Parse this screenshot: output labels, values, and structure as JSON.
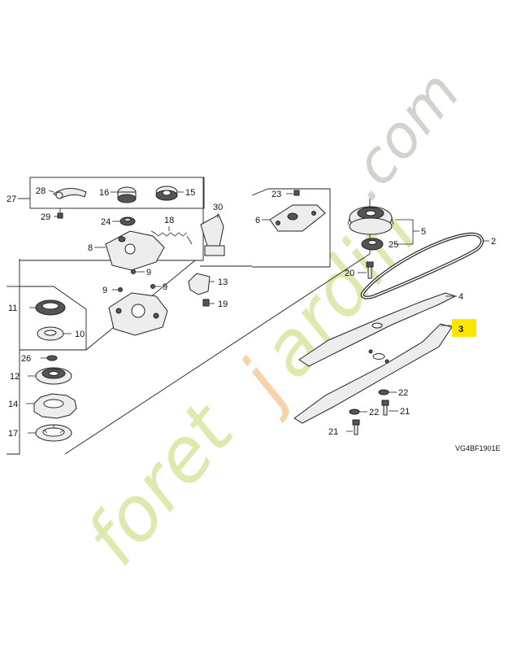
{
  "diagram": {
    "reference_code": "VG4BF1901E",
    "highlight_color": "#ffe600",
    "labels": {
      "p27": "27",
      "p28": "28",
      "p29": "29",
      "p16": "16",
      "p15": "15",
      "p24": "24",
      "p18": "18",
      "p30": "30",
      "p23": "23",
      "p6": "6",
      "p5": "5",
      "p2": "2",
      "p25": "25",
      "p8": "8",
      "p9a": "9",
      "p9b": "9",
      "p9c": "9",
      "p13": "13",
      "p19": "19",
      "p20": "20",
      "p4": "4",
      "p3": "3",
      "p11": "11",
      "p10": "10",
      "p26": "26",
      "p12": "12",
      "p14": "14",
      "p17": "17",
      "p22a": "22",
      "p22b": "22",
      "p21a": "21",
      "p21b": "21"
    }
  },
  "watermark": {
    "brand": "foretjardin",
    "domain": ".com",
    "color_green": "#d8e8a6",
    "color_orange": "#f6cfa3",
    "color_grey": "#cfcfc8"
  }
}
